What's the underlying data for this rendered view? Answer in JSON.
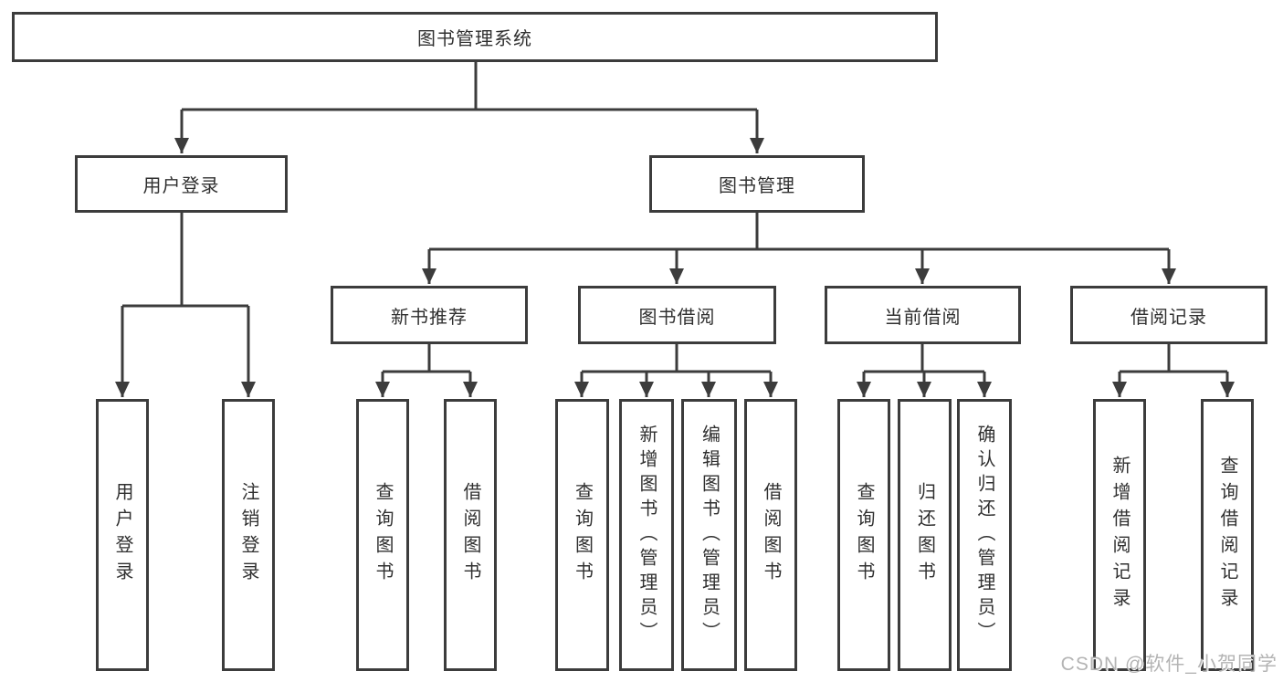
{
  "colors": {
    "line": "#3c3c3c",
    "text": "#303030",
    "watermark_text": "#b4b4b4",
    "background": "#ffffff"
  },
  "watermark": "CSDN @软件_小贺同学",
  "tree": {
    "label": "图书管理系统",
    "children": [
      {
        "label": "用户登录",
        "children": [
          {
            "label": "用户登录"
          },
          {
            "label": "注销登录"
          }
        ]
      },
      {
        "label": "图书管理",
        "children": [
          {
            "label": "新书推荐",
            "children": [
              {
                "label": "查询图书"
              },
              {
                "label": "借阅图书"
              }
            ]
          },
          {
            "label": "图书借阅",
            "children": [
              {
                "label": "查询图书"
              },
              {
                "label": "新增图书（管理员）"
              },
              {
                "label": "编辑图书（管理员）"
              },
              {
                "label": "借阅图书"
              }
            ]
          },
          {
            "label": "当前借阅",
            "children": [
              {
                "label": "查询图书"
              },
              {
                "label": "归还图书"
              },
              {
                "label": "确认归还（管理员）"
              }
            ]
          },
          {
            "label": "借阅记录",
            "children": [
              {
                "label": "新增借阅记录"
              },
              {
                "label": "查询借阅记录"
              }
            ]
          }
        ]
      }
    ]
  }
}
